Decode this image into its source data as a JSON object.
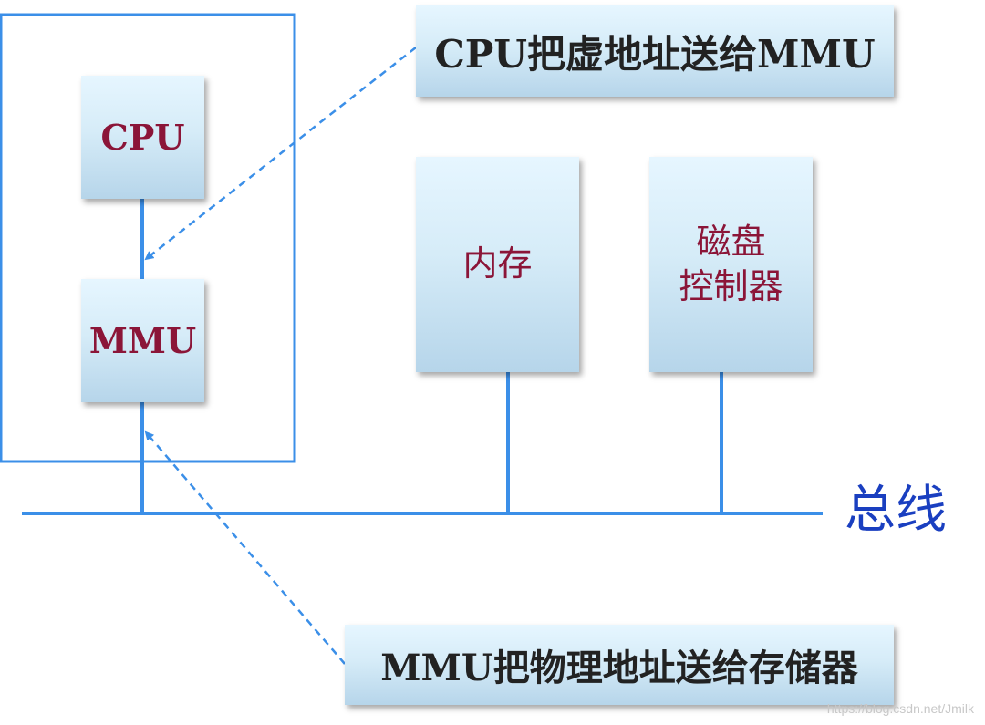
{
  "nodes": {
    "cpu": "CPU",
    "mmu": "MMU",
    "memory": "内存",
    "disk_controller": "磁盘\n控制器"
  },
  "notes": {
    "virtual_address": "CPU把虚地址送给MMU",
    "physical_address": "MMU把物理地址送给存储器"
  },
  "bus_label": "总线",
  "watermark": "https://blog.csdn.net/Jmilk",
  "colors": {
    "box_text": "#8b1538",
    "line": "#3b8fe8",
    "bus_label": "#1a3fc0"
  }
}
